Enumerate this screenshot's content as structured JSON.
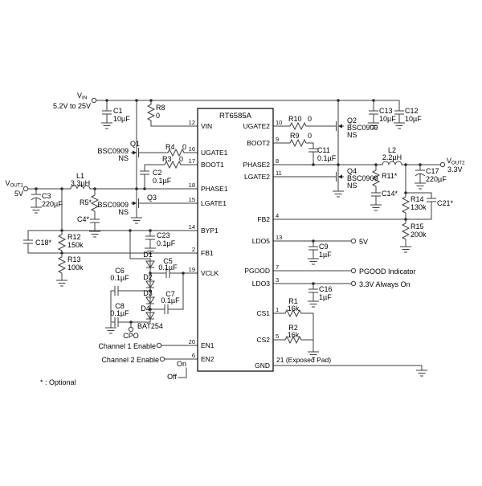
{
  "ic": {
    "name": "RT6585A",
    "left_pins": [
      {
        "num": "12",
        "name": "VIN"
      },
      {
        "num": "16",
        "name": "UGATE1"
      },
      {
        "num": "17",
        "name": "BOOT1"
      },
      {
        "num": "18",
        "name": "PHASE1"
      },
      {
        "num": "15",
        "name": "LGATE1"
      },
      {
        "num": "14",
        "name": "BYP1"
      },
      {
        "num": "2",
        "name": "FB1"
      },
      {
        "num": "19",
        "name": "VCLK"
      },
      {
        "num": "20",
        "name": "EN1"
      },
      {
        "num": "6",
        "name": "EN2"
      }
    ],
    "right_pins": [
      {
        "num": "10",
        "name": "UGATE2"
      },
      {
        "num": "9",
        "name": "BOOT2"
      },
      {
        "num": "8",
        "name": "PHASE2"
      },
      {
        "num": "11",
        "name": "LGATE2"
      },
      {
        "num": "4",
        "name": "FB2"
      },
      {
        "num": "13",
        "name": "LDO5"
      },
      {
        "num": "7",
        "name": "PGOOD"
      },
      {
        "num": "3",
        "name": "LDO3"
      },
      {
        "num": "1",
        "name": "CS1"
      },
      {
        "num": "5",
        "name": "CS2"
      }
    ],
    "gnd": {
      "name": "GND",
      "pad_note": "21 (Exposed Pad)"
    }
  },
  "terminals": {
    "vin": {
      "v": "V",
      "sub": "IN",
      "range": "5.2V to 25V"
    },
    "vout1": {
      "v": "V",
      "sub": "OUT1",
      "value": "5V"
    },
    "vout2": {
      "v": "V",
      "sub": "OUT2",
      "value": "3.3V"
    },
    "ldo5_out": "5V",
    "pgood_out": "PGOOD Indicator",
    "ldo3_out": "3.3V Always On",
    "cpo": "CPO",
    "en1": "Channel 1 Enable",
    "en2": "Channel 2 Enable",
    "on": "On",
    "off": "Off"
  },
  "parts": {
    "c1": {
      "ref": "C1",
      "val": "10µF"
    },
    "r8": {
      "ref": "R8",
      "val": "0"
    },
    "q1": {
      "ref": "Q1",
      "part": "BSC0909",
      "suffix": "NS"
    },
    "q2": {
      "ref": "Q2",
      "part": "BSC0909",
      "suffix": "NS"
    },
    "q3": {
      "ref": "Q3",
      "part": "BSC0909",
      "suffix": "NS"
    },
    "q4": {
      "ref": "Q4",
      "part": "BSC0909",
      "suffix": "NS"
    },
    "r4": {
      "ref": "R4",
      "val": "0"
    },
    "r3": {
      "ref": "R3",
      "val": "0"
    },
    "c2": {
      "ref": "C2",
      "val": "0.1µF"
    },
    "l1": {
      "ref": "L1",
      "val": "3.3µH"
    },
    "c3": {
      "ref": "C3",
      "val": "220µF"
    },
    "r5": {
      "ref": "R5*"
    },
    "c4": {
      "ref": "C4*"
    },
    "c18": {
      "ref": "C18*"
    },
    "r12": {
      "ref": "R12",
      "val": "150k"
    },
    "r13": {
      "ref": "R13",
      "val": "100k"
    },
    "c23": {
      "ref": "C23",
      "val": "0.1µF"
    },
    "d1": {
      "ref": "D1"
    },
    "d2": {
      "ref": "D2"
    },
    "d3": {
      "ref": "D3"
    },
    "d4": {
      "ref": "D4"
    },
    "bat254": "BAT254",
    "c5": {
      "ref": "C5",
      "val": "0.1µF"
    },
    "c6": {
      "ref": "C6",
      "val": "0.1µF"
    },
    "c7": {
      "ref": "C7",
      "val": "0.1µF"
    },
    "c8": {
      "ref": "C8",
      "val": "0.1µF"
    },
    "r10": {
      "ref": "R10",
      "val": "0"
    },
    "r9": {
      "ref": "R9",
      "val": "0"
    },
    "c11": {
      "ref": "C11",
      "val": "0.1µF"
    },
    "c13": {
      "ref": "C13",
      "val": "10µF"
    },
    "c12": {
      "ref": "C12",
      "val": "10µF"
    },
    "l2": {
      "ref": "L2",
      "val": "2.2µH"
    },
    "r11": {
      "ref": "R11*"
    },
    "c14": {
      "ref": "C14*"
    },
    "c17": {
      "ref": "C17",
      "val": "220µF"
    },
    "r14": {
      "ref": "R14",
      "val": "130k"
    },
    "c21": {
      "ref": "C21*"
    },
    "r15": {
      "ref": "R15",
      "val": "200k"
    },
    "c9": {
      "ref": "C9",
      "val": "1µF"
    },
    "c16": {
      "ref": "C16",
      "val": "1µF"
    },
    "r1": {
      "ref": "R1",
      "val": "16k"
    },
    "r2": {
      "ref": "R2",
      "val": "16k"
    }
  },
  "note": "* : Optional"
}
